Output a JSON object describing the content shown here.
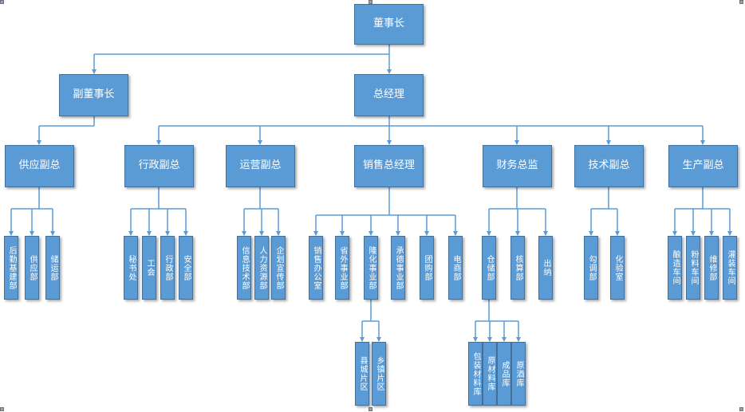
{
  "nodes": {
    "chairman": "董事长",
    "vice_chairman": "副董事长",
    "general_manager": "总经理",
    "vp_supply": "供应副总",
    "vp_admin": "行政副总",
    "vp_operations": "运营副总",
    "sales_gm": "销售总经理",
    "cfo": "财务总监",
    "vp_tech": "技术副总",
    "vp_production": "生产副总",
    "logistics_infra": "后勤基建部",
    "supply_dept": "供应部",
    "storage_transport": "储运部",
    "secretary_office": "秘书处",
    "union": "工会",
    "admin_dept": "行政部",
    "safety_dept": "安全部",
    "it_dept": "信息技术部",
    "hr_dept": "人力资源部",
    "planning_pr": "企划宣传部",
    "sales_office": "销售办公室",
    "outer_province": "省外事业部",
    "longhua_dept": "隆化事业部",
    "chengde_dept": "承德事业部",
    "group_purchase": "团购部",
    "ecommerce": "电商部",
    "county_area": "县城片区",
    "town_area": "乡镇片区",
    "warehouse": "仓储部",
    "accounting": "核算部",
    "cashier": "出纳",
    "packaging_store": "包装材料库",
    "raw_material_store": "原材料库",
    "finished_goods": "成品库",
    "base_liquor": "原酒库",
    "blending": "勾调部",
    "lab": "化验室",
    "brewing_workshop": "酿造车间",
    "crushing_workshop": "粉料车间",
    "maintenance": "维修部",
    "bottling_workshop": "灌装车间"
  },
  "colors": {
    "box_fill": "#5b9bd5",
    "box_border": "#41719c",
    "connector": "#5b9bd5",
    "text": "#ffffff"
  }
}
